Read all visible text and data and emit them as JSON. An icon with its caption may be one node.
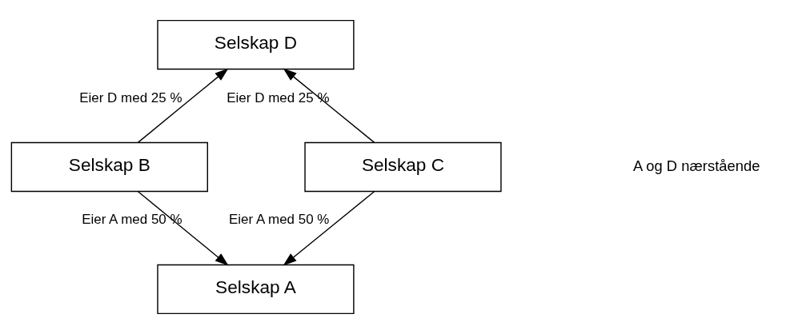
{
  "diagram": {
    "nodes": [
      {
        "text": [
          "Selskap D"
        ]
      },
      {
        "text": [
          "Selskap B"
        ]
      },
      {
        "text": [
          "Selskap C"
        ]
      },
      {
        "text": [
          "Selskap A"
        ]
      }
    ],
    "edges": [
      {
        "from": 1,
        "to": 0,
        "arrow": "to",
        "label": "Eier D med 25 %"
      },
      {
        "from": 2,
        "to": 0,
        "arrow": "to",
        "label": "Eier D med 25 %"
      },
      {
        "from": 1,
        "to": 3,
        "arrow": "to",
        "label": "Eier A med 50 %"
      },
      {
        "from": 2,
        "to": 3,
        "arrow": "to",
        "label": "Eier A med 50 %"
      }
    ],
    "labels": [
      "A og D nærstående"
    ]
  }
}
